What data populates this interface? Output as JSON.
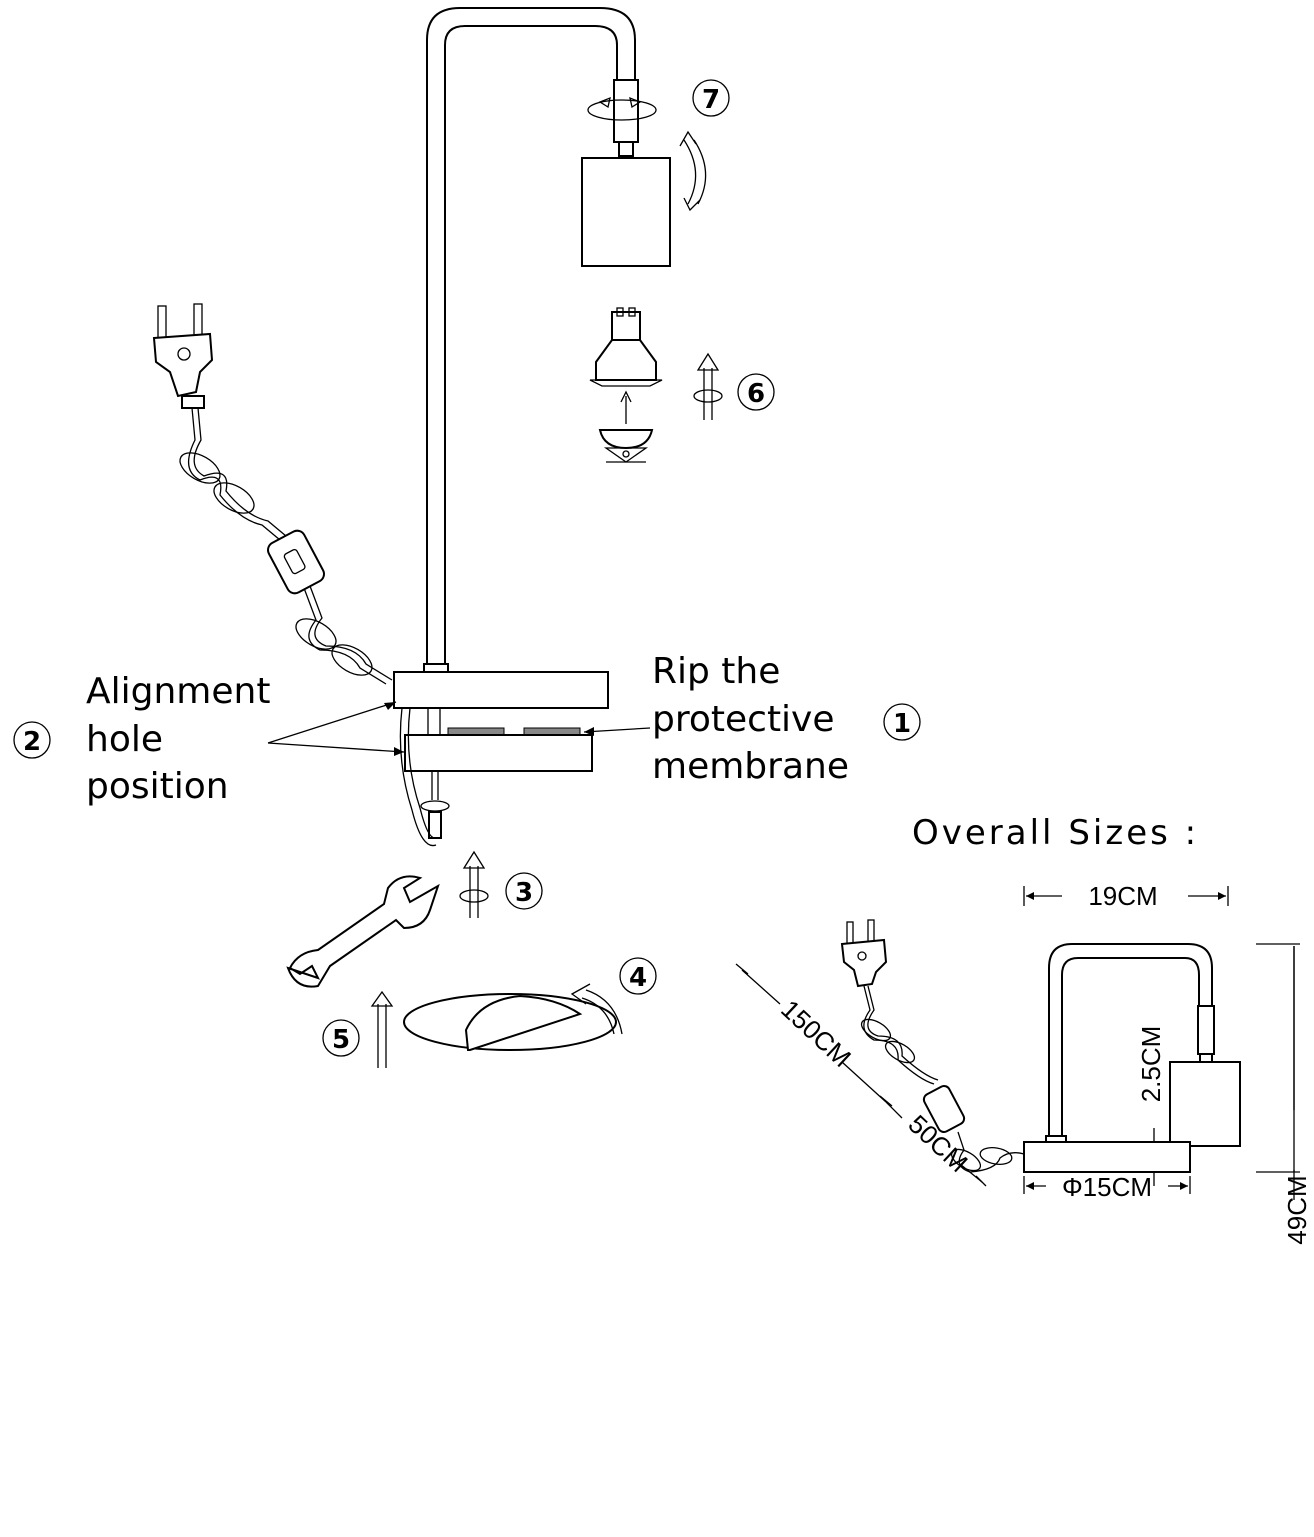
{
  "steps": {
    "s1": "1",
    "s2": "2",
    "s3": "3",
    "s4": "4",
    "s5": "5",
    "s6": "6",
    "s7": "7"
  },
  "labels": {
    "alignment": [
      "Alignment",
      "hole",
      "position"
    ],
    "membrane": [
      "Rip the",
      "protective",
      "membrane"
    ]
  },
  "overall": {
    "title": "Overall  Sizes :",
    "width": "19CM",
    "height": "49CM",
    "base_height": "2.5CM",
    "base_diameter": "Φ15CM",
    "cable_long": "150CM",
    "cable_short": "50CM"
  }
}
